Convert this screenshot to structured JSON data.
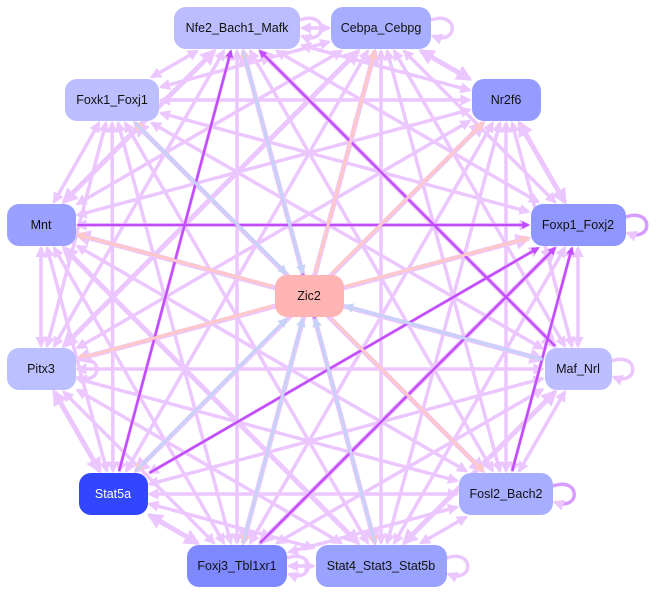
{
  "nodes": [
    {
      "id": 0,
      "label": "Nfe2_Bach1_Mafk",
      "color": "#bcbcff",
      "text": "#111111"
    },
    {
      "id": 1,
      "label": "Cebpa_Cebpg",
      "color": "#a8aeff",
      "text": "#111111"
    },
    {
      "id": 2,
      "label": "Foxk1_Foxj1",
      "color": "#bcbeff",
      "text": "#111111"
    },
    {
      "id": 3,
      "label": "Nr2f6",
      "color": "#969cff",
      "text": "#111111"
    },
    {
      "id": 4,
      "label": "Mnt",
      "color": "#99a0ff",
      "text": "#111111"
    },
    {
      "id": 5,
      "label": "Foxp1_Foxj2",
      "color": "#8f97ff",
      "text": "#111111"
    },
    {
      "id": 6,
      "label": "Zic2",
      "color": "#ffb4b4",
      "text": "#111111"
    },
    {
      "id": 7,
      "label": "Pitx3",
      "color": "#bcc0ff",
      "text": "#111111"
    },
    {
      "id": 8,
      "label": "Maf_Nrl",
      "color": "#bcbeff",
      "text": "#111111"
    },
    {
      "id": 9,
      "label": "Stat5a",
      "color": "#3346ff",
      "text": "#ffffff"
    },
    {
      "id": 10,
      "label": "Fosl2_Bach2",
      "color": "#a8aeff",
      "text": "#111111"
    },
    {
      "id": 11,
      "label": "Foxj3_Tbl1xr1",
      "color": "#7e88ff",
      "text": "#111111"
    },
    {
      "id": 12,
      "label": "Stat4_Stat3_Stat5b",
      "color": "#9aa2ff",
      "text": "#111111"
    }
  ],
  "edge_colors": {
    "light": "#ebc6ff",
    "dark": "#c24cff",
    "pink": "#ffc8c8",
    "blue": "#c6d2f8"
  },
  "self_loops": [
    0,
    1,
    5,
    7,
    8,
    10,
    11,
    12
  ],
  "special_edges": [
    [
      9,
      0,
      "dark"
    ],
    [
      9,
      5,
      "dark"
    ],
    [
      4,
      5,
      "dark"
    ],
    [
      10,
      5,
      "dark"
    ],
    [
      11,
      5,
      "dark"
    ],
    [
      8,
      0,
      "dark"
    ],
    [
      12,
      0,
      "dark"
    ],
    [
      6,
      0,
      "pink"
    ],
    [
      6,
      1,
      "pink"
    ],
    [
      6,
      2,
      "pink"
    ],
    [
      6,
      3,
      "pink"
    ],
    [
      6,
      4,
      "pink"
    ],
    [
      6,
      5,
      "pink"
    ],
    [
      6,
      7,
      "pink"
    ],
    [
      6,
      9,
      "pink"
    ],
    [
      6,
      10,
      "pink"
    ],
    [
      6,
      11,
      "pink"
    ],
    [
      6,
      12,
      "pink"
    ],
    [
      2,
      6,
      "blue"
    ],
    [
      0,
      6,
      "blue"
    ],
    [
      8,
      6,
      "blue"
    ],
    [
      11,
      6,
      "blue"
    ],
    [
      12,
      6,
      "blue"
    ],
    [
      9,
      6,
      "blue"
    ]
  ]
}
